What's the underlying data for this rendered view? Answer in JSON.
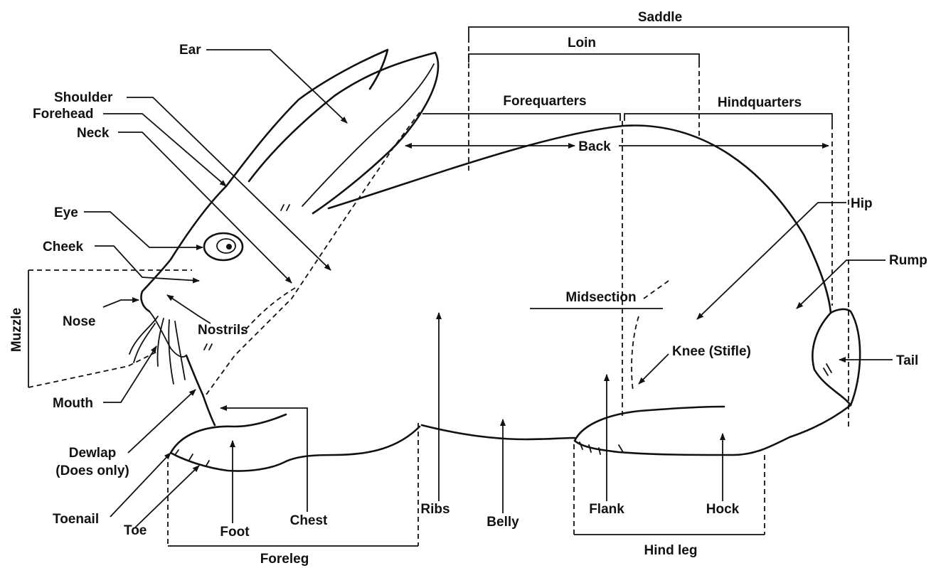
{
  "labels": {
    "saddle": "Saddle",
    "loin": "Loin",
    "forequarters": "Forequarters",
    "hindquarters": "Hindquarters",
    "back": "Back",
    "ear": "Ear",
    "shoulder": "Shoulder",
    "forehead": "Forehead",
    "neck": "Neck",
    "eye": "Eye",
    "cheek": "Cheek",
    "muzzle": "Muzzle",
    "nose": "Nose",
    "nostrils": "Nostrils",
    "mouth": "Mouth",
    "dewlap_line1": "Dewlap",
    "dewlap_line2": "(Does only)",
    "toenail": "Toenail",
    "toe": "Toe",
    "foot": "Foot",
    "chest": "Chest",
    "ribs": "Ribs",
    "belly": "Belly",
    "foreleg": "Foreleg",
    "midsection": "Midsection",
    "knee": "Knee (Stifle)",
    "flank": "Flank",
    "hock": "Hock",
    "hind_leg": "Hind leg",
    "hip": "Hip",
    "rump": "Rump",
    "tail": "Tail"
  },
  "colors": {
    "ink": "#111111",
    "background": "#ffffff"
  }
}
